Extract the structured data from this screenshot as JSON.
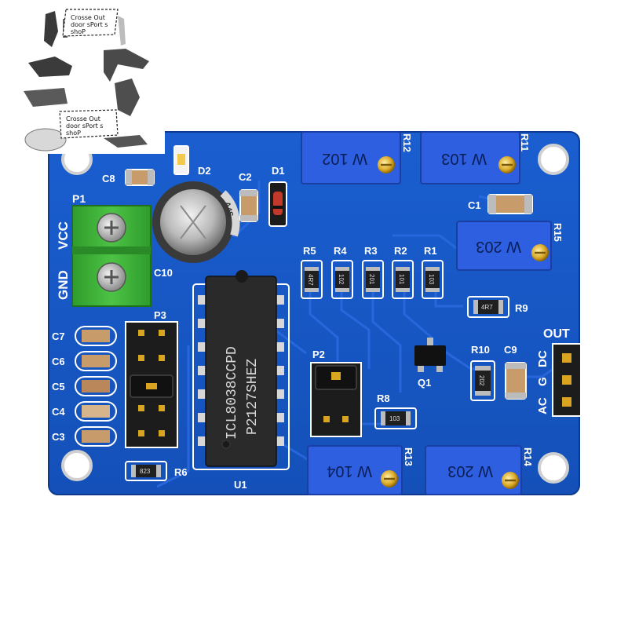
{
  "colors": {
    "board": "#1656c4",
    "board_dark": "#0e3f99",
    "silk": "#ffffff",
    "trimpot": "#2d5fe0",
    "terminal": "#3fae3a",
    "chip": "#2a2a2a",
    "header": "#1c1c1c",
    "gold": "#d9a520"
  },
  "overlay": {
    "sticker_1_text": "Crosse Out door sPort s shoP",
    "sticker_2_text": "Crosse Out door sPort s shoP"
  },
  "board": {
    "terminal_label": "P1",
    "vcc_label": "VCC",
    "gnd_label": "GND",
    "electrolytic_label": "C10",
    "electrolytic_marking": "A4S",
    "c8_label": "C8",
    "d2_label": "D2",
    "c2_label": "C2",
    "d1_label": "D1",
    "header_p3_label": "P3",
    "header_p2_label": "P2",
    "ic_label": "U1",
    "ic_line1": "ICL8038CCPD",
    "ic_line2": "P2127SHEZ",
    "r6_label": "R6",
    "r6_marking": "823",
    "r8_label": "R8",
    "r8_marking": "103",
    "r9_label": "R9",
    "r9_marking": "4R7",
    "r10_label": "R10",
    "r10_marking": "202",
    "c9_label": "C9",
    "c1_label": "C1",
    "q1_label": "Q1",
    "out_label": "OUT",
    "ac_label": "AC",
    "g_label": "G",
    "dc_label": "DC",
    "caps_left": [
      "C7",
      "C6",
      "C5",
      "C4",
      "C3"
    ],
    "resistor_row_labels": [
      "R5",
      "R4",
      "R3",
      "R2",
      "R1"
    ],
    "resistor_row_markings": [
      "4R7",
      "102",
      "201",
      "101",
      "103"
    ],
    "trimpots": [
      {
        "label": "R12",
        "marking": "W 102"
      },
      {
        "label": "R11",
        "marking": "W 103"
      },
      {
        "label": "R15",
        "marking": "W 203"
      },
      {
        "label": "R13",
        "marking": "W 104"
      },
      {
        "label": "R14",
        "marking": "W 203"
      }
    ]
  }
}
